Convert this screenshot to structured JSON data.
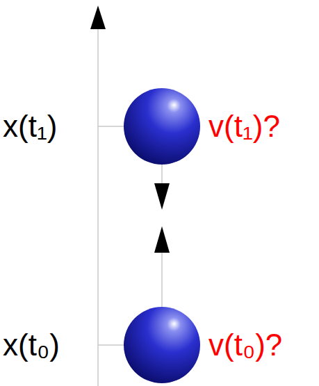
{
  "diagram": {
    "labels": [
      "x(t₁)",
      "v(t₁)?",
      "x(t₀)",
      "v(t₀)?"
    ]
  }
}
